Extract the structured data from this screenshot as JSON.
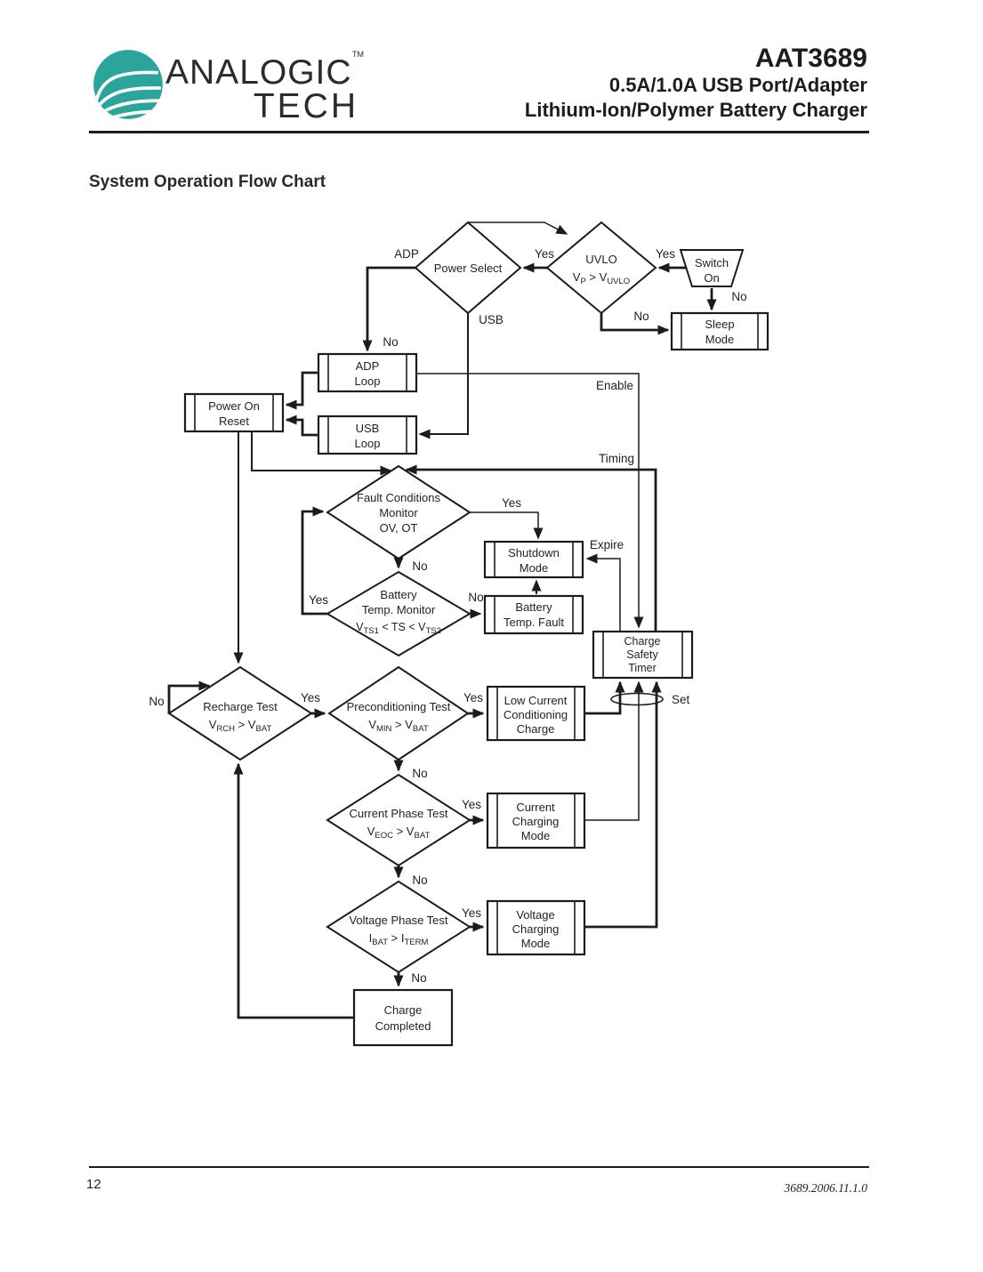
{
  "header": {
    "logo": {
      "line1": "ANALOGIC",
      "tm": "TM",
      "line2": "TECH"
    },
    "part_number": "AAT3689",
    "subtitle_line1": "0.5A/1.0A USB Port/Adapter",
    "subtitle_line2": "Lithium-Ion/Polymer Battery Charger"
  },
  "section_title": "System Operation Flow Chart",
  "footer": {
    "page_number": "12",
    "doc_code": "3689.2006.11.1.0"
  },
  "colors": {
    "brand_teal": "#2BA49B",
    "line": "#1c1c1c",
    "text": "#231f20"
  },
  "flowchart": {
    "labels": {
      "yes": "Yes",
      "no": "No",
      "adp": "ADP",
      "usb": "USB",
      "enable": "Enable",
      "timing": "Timing",
      "expire": "Expire",
      "set": "Set"
    },
    "nodes": {
      "power_select": {
        "type": "decision",
        "lines": [
          "Power Select"
        ]
      },
      "uvlo": {
        "type": "decision",
        "lines": [
          "UVLO"
        ],
        "formula": [
          "V",
          "P",
          " > V",
          "UVLO"
        ]
      },
      "switch_on": {
        "type": "manual-input",
        "lines": [
          "Switch",
          "On"
        ]
      },
      "sleep_mode": {
        "type": "process",
        "lines": [
          "Sleep",
          "Mode"
        ]
      },
      "adp_loop": {
        "type": "process",
        "lines": [
          "ADP",
          "Loop"
        ]
      },
      "usb_loop": {
        "type": "process",
        "lines": [
          "USB",
          "Loop"
        ]
      },
      "power_on_reset": {
        "type": "process",
        "lines": [
          "Power On",
          "Reset"
        ]
      },
      "fault_monitor": {
        "type": "decision",
        "lines": [
          "Fault Conditions",
          "Monitor",
          "OV, OT"
        ]
      },
      "shutdown_mode": {
        "type": "process",
        "lines": [
          "Shutdown",
          "Mode"
        ]
      },
      "battery_temp_monitor": {
        "type": "decision",
        "lines": [
          "Battery",
          "Temp. Monitor"
        ],
        "formula": [
          "V",
          "TS1",
          " < TS < V",
          "TS2"
        ]
      },
      "battery_temp_fault": {
        "type": "process",
        "lines": [
          "Battery",
          "Temp. Fault"
        ]
      },
      "charge_safety_timer": {
        "type": "process",
        "lines": [
          "Charge",
          "Safety",
          "Timer"
        ]
      },
      "recharge_test": {
        "type": "decision",
        "lines": [
          "Recharge Test"
        ],
        "formula": [
          "V",
          "RCH",
          " > V",
          "BAT"
        ]
      },
      "preconditioning_test": {
        "type": "decision",
        "lines": [
          "Preconditioning Test"
        ],
        "formula": [
          "V",
          "MIN",
          " > V",
          "BAT"
        ]
      },
      "low_current_conditioning_charge": {
        "type": "process",
        "lines": [
          "Low Current",
          "Conditioning",
          "Charge"
        ]
      },
      "current_phase_test": {
        "type": "decision",
        "lines": [
          "Current Phase Test"
        ],
        "formula": [
          "V",
          "EOC",
          " > V",
          "BAT"
        ]
      },
      "current_charging_mode": {
        "type": "process",
        "lines": [
          "Current",
          "Charging",
          "Mode"
        ]
      },
      "voltage_phase_test": {
        "type": "decision",
        "lines": [
          "Voltage Phase Test"
        ],
        "formula": [
          "I",
          "BAT",
          " > I",
          "TERM"
        ]
      },
      "voltage_charging_mode": {
        "type": "process",
        "lines": [
          "Voltage",
          "Charging",
          "Mode"
        ]
      },
      "charge_completed": {
        "type": "terminator",
        "lines": [
          "Charge",
          "Completed"
        ]
      }
    }
  }
}
